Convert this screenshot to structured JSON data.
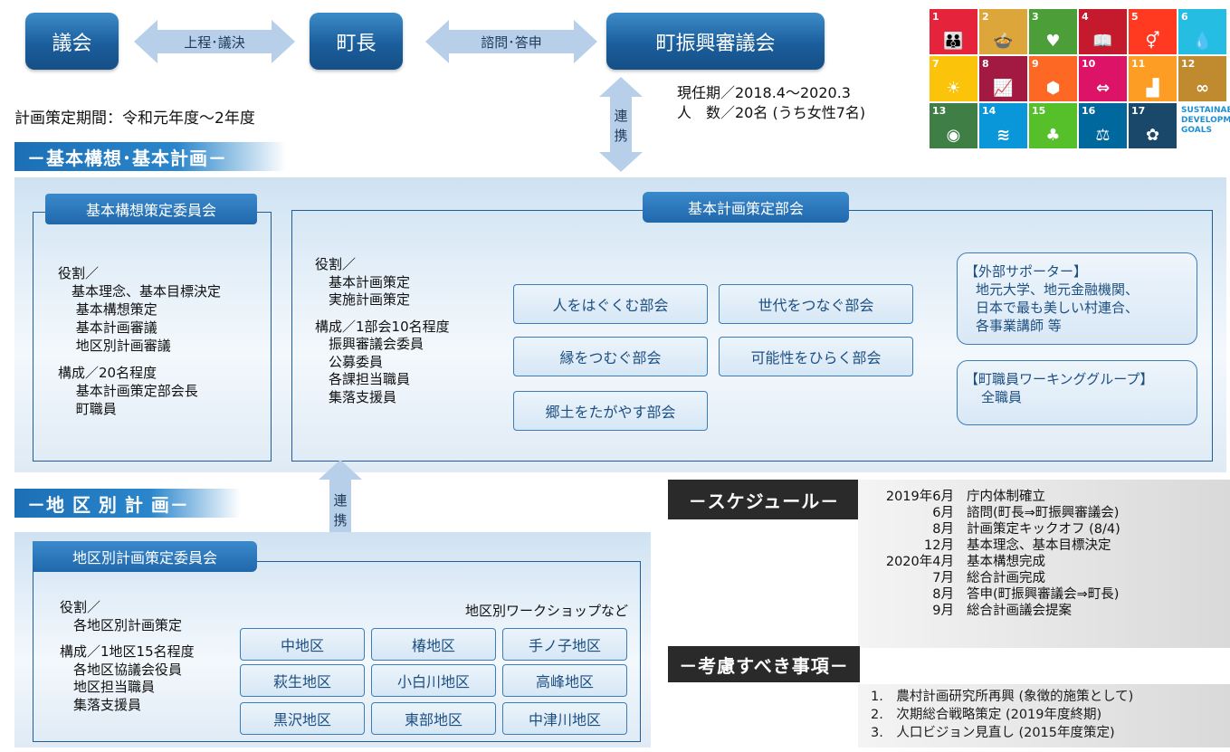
{
  "top": {
    "gikai": "議会",
    "chocho": "町長",
    "shingikai": "町振興審議会",
    "arrow_left_label": "上程･議決",
    "arrow_right_label": "諮問･答申",
    "term_line": "現任期／2018.4～2020.3",
    "members_line": "人　数／20名 (うち女性7名)",
    "period": "計画策定期間：令和元年度～2年度",
    "renkei": [
      "連",
      "携"
    ]
  },
  "section1": {
    "title": "－基本構想･基本計画－",
    "left_panel": {
      "title": "基本構想策定委員会",
      "lines": [
        "役割／",
        "　基本理念、基本目標決定",
        "　 基本構想策定",
        "　 基本計画審議",
        "　 地区別計画審議",
        "",
        "構成／20名程度",
        "　 基本計画策定部会長",
        "　 町職員"
      ]
    },
    "right_panel": {
      "title": "基本計画策定部会",
      "lines": [
        "役割／",
        "　基本計画策定",
        "　実施計画策定",
        "",
        "構成／1部会10名程度",
        "　振興審議会委員",
        "　公募委員",
        "　各課担当職員",
        "　集落支援員"
      ],
      "committees": [
        "人をはぐくむ部会",
        "世代をつなぐ部会",
        "縁をつむぐ部会",
        "可能性をひらく部会",
        "郷土をたがやす部会"
      ],
      "external": {
        "title": "【外部サポーター】",
        "lines": [
          "地元大学、地元金融機関、",
          "日本で最も美しい村連合、",
          "各事業講師 等"
        ]
      },
      "working_group": {
        "title": "【町職員ワーキンググループ】",
        "line": "全職員"
      }
    }
  },
  "section2": {
    "title": "－地 区 別 計 画－",
    "panel_title": "地区別計画策定委員会",
    "lines": [
      "役割／",
      "　各地区別計画策定",
      "",
      "構成／1地区15名程度",
      "　各地区協議会役員",
      "　地区担当職員",
      "　集落支援員"
    ],
    "workshop_label": "地区別ワークショップなど",
    "districts": [
      "中地区",
      "椿地区",
      "手ノ子地区",
      "萩生地区",
      "小白川地区",
      "高峰地区",
      "黒沢地区",
      "東部地区",
      "中津川地区"
    ]
  },
  "schedule": {
    "title": "－スケジュール－",
    "rows": [
      {
        "date": "2019年6月",
        "item": "庁内体制確立"
      },
      {
        "date": "6月",
        "item": "諮問(町長⇒町振興審議会)"
      },
      {
        "date": "8月",
        "item": "計画策定キックオフ (8/4)"
      },
      {
        "date": "12月",
        "item": "基本理念、基本目標決定"
      },
      {
        "date": "2020年4月",
        "item": "基本構想完成"
      },
      {
        "date": "7月",
        "item": "総合計画完成"
      },
      {
        "date": "8月",
        "item": "答申(町振興審議会⇒町長)"
      },
      {
        "date": "9月",
        "item": "総合計画議会提案"
      }
    ]
  },
  "considerations": {
    "title": "－考慮すべき事項－",
    "items": [
      "1.　農村計画研究所再興 (象徴的施策として)",
      "2.　次期総合戦略策定 (2019年度終期)",
      "3.　人口ビジョン見直し (2015年度策定)"
    ]
  },
  "sdgs": {
    "tiles": [
      {
        "n": "1",
        "color": "#e5243b",
        "glyph": "👪"
      },
      {
        "n": "2",
        "color": "#dda63a",
        "glyph": "🍲"
      },
      {
        "n": "3",
        "color": "#4c9f38",
        "glyph": "♥"
      },
      {
        "n": "4",
        "color": "#c5192d",
        "glyph": "📖"
      },
      {
        "n": "5",
        "color": "#ff3a21",
        "glyph": "⚥"
      },
      {
        "n": "6",
        "color": "#26bde2",
        "glyph": "💧"
      },
      {
        "n": "7",
        "color": "#fcc30b",
        "glyph": "☀"
      },
      {
        "n": "8",
        "color": "#a21942",
        "glyph": "📈"
      },
      {
        "n": "9",
        "color": "#fd6925",
        "glyph": "⬢"
      },
      {
        "n": "10",
        "color": "#dd1367",
        "glyph": "⇔"
      },
      {
        "n": "11",
        "color": "#fd9d24",
        "glyph": "▟"
      },
      {
        "n": "12",
        "color": "#bf8b2e",
        "glyph": "∞"
      },
      {
        "n": "13",
        "color": "#3f7e44",
        "glyph": "◉"
      },
      {
        "n": "14",
        "color": "#0a97d9",
        "glyph": "≋"
      },
      {
        "n": "15",
        "color": "#56c02b",
        "glyph": "♣"
      },
      {
        "n": "16",
        "color": "#00689d",
        "glyph": "⚖"
      },
      {
        "n": "17",
        "color": "#19486a",
        "glyph": "✿"
      }
    ],
    "goals_text": "SUSTAINABLE DEVELOPMENT GOALS"
  }
}
